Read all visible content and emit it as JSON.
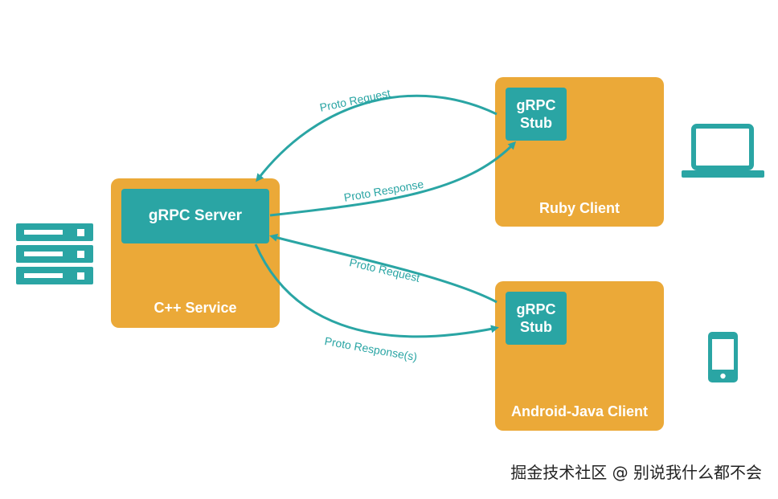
{
  "colors": {
    "box": "#eba938",
    "accent": "#2aa5a4",
    "text_light": "#ffffff",
    "watermark": "#222222"
  },
  "server": {
    "inner_label": "gRPC Server",
    "service_label": "C++ Service",
    "icon": "server-rack-icon"
  },
  "ruby": {
    "stub_line1": "gRPC",
    "stub_line2": "Stub",
    "client_label": "Ruby Client",
    "icon": "laptop-icon"
  },
  "android": {
    "stub_line1": "gRPC",
    "stub_line2": "Stub",
    "client_label": "Android-Java Client",
    "icon": "smartphone-icon"
  },
  "edges": {
    "ruby_request": "Proto Request",
    "ruby_response": "Proto Response",
    "android_request": "Proto Request",
    "android_response": "Proto Response(s)"
  },
  "watermark": "掘金技术社区 @ 别说我什么都不会"
}
